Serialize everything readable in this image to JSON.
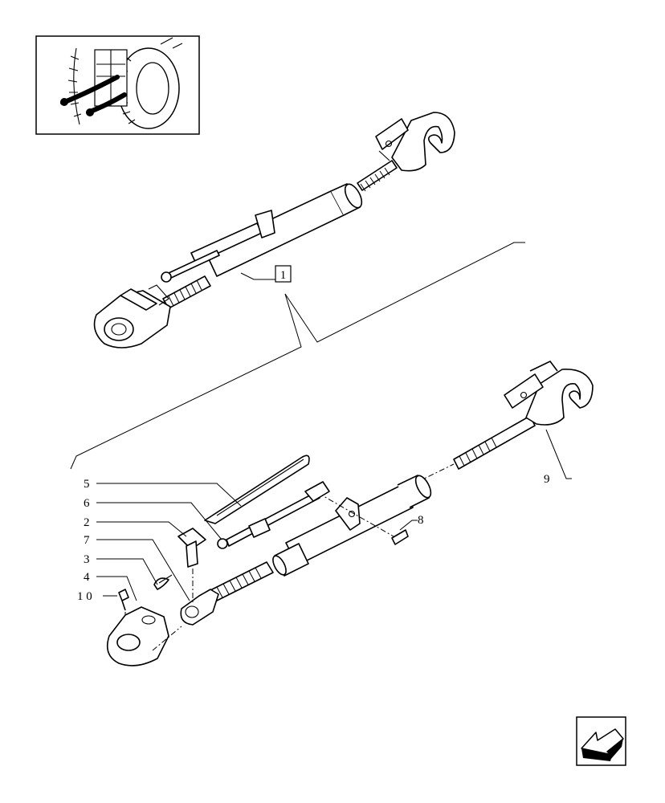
{
  "diagram": {
    "assembly_ref_label": "1",
    "callouts": [
      "5",
      "6",
      "2",
      "7",
      "3",
      "4",
      "1 0",
      "8",
      "9"
    ]
  },
  "thumbnail": {
    "icon": "tractor-rear-thumbnail"
  },
  "navigation": {
    "icon": "back-arrow-icon"
  }
}
